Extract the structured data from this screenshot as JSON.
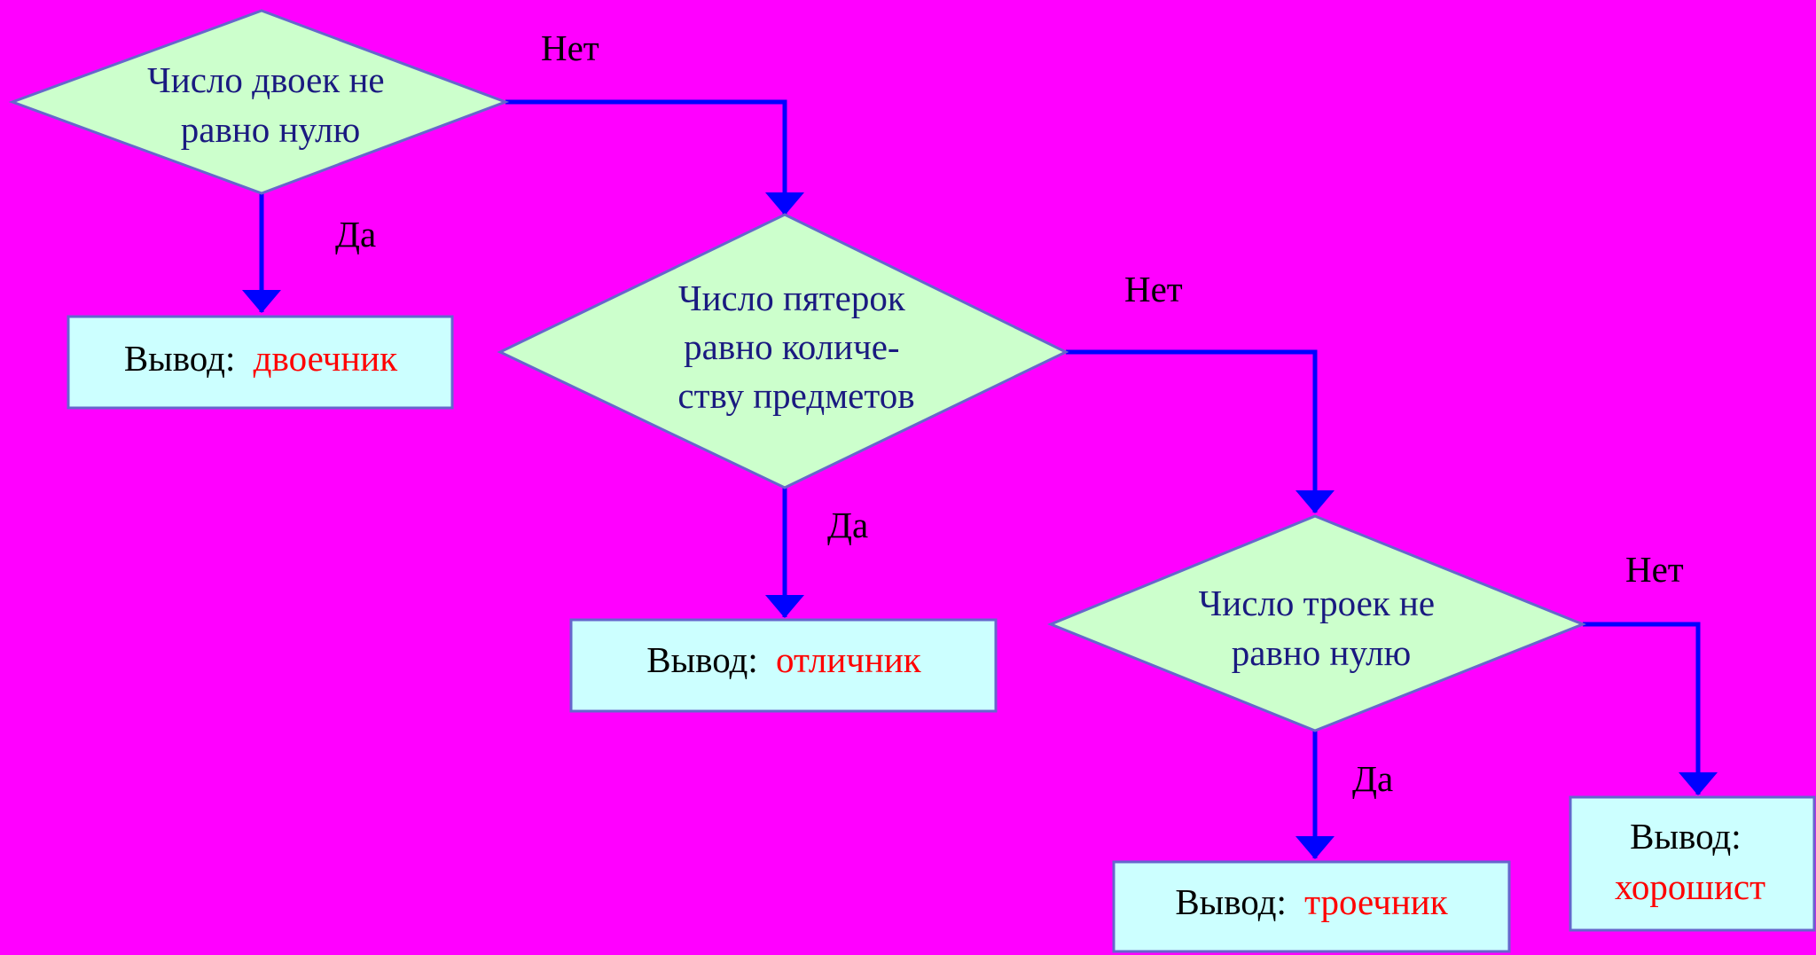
{
  "colors": {
    "background": "#ff00ff",
    "decision_fill": "#ccffcc",
    "output_fill": "#ccffff",
    "shape_stroke": "#6666cc",
    "arrow": "#0000ff",
    "decision_text": "#1a1a80",
    "output_prefix_text": "#000000",
    "output_result_text": "#ff0000"
  },
  "decisions": [
    {
      "id": "d1",
      "lines": [
        "Число двоек не",
        "равно нулю"
      ]
    },
    {
      "id": "d2",
      "lines": [
        "Число пятерок",
        "равно количе-",
        "ству предметов"
      ]
    },
    {
      "id": "d3",
      "lines": [
        "Число троек  не",
        "равно нулю"
      ]
    }
  ],
  "outputs": [
    {
      "id": "o1",
      "prefix": "Вывод:",
      "result": "двоечник"
    },
    {
      "id": "o2",
      "prefix": "Вывод:",
      "result": "отличник"
    },
    {
      "id": "o3",
      "prefix": "Вывод:",
      "result": "троечник"
    },
    {
      "id": "o4",
      "prefix": "Вывод:",
      "result": "хорошист"
    }
  ],
  "branch_labels": {
    "yes": "Да",
    "no": "Нет"
  }
}
